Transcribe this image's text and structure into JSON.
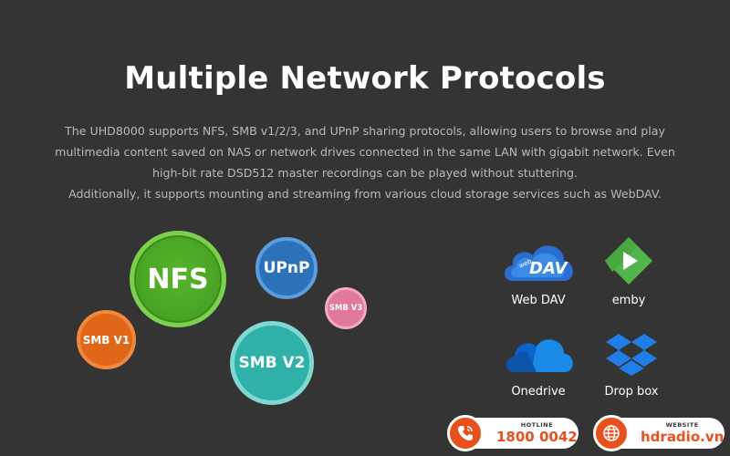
{
  "heading": "Multiple Network Protocols",
  "description": [
    "The UHD8000 supports NFS, SMB v1/2/3, and UPnP sharing protocols, allowing users to browse and play",
    "multimedia content saved on NAS or network drives connected in the same LAN with gigabit network. Even",
    "high-bit rate DSD512 master recordings can be played without stuttering.",
    "Additionally, it supports mounting and streaming from various cloud storage services such as WebDAV."
  ],
  "protocols": {
    "nfs": "NFS",
    "upnp": "UPnP",
    "smb_v3": "SMB V3",
    "smb_v1": "SMB V1",
    "smb_v2": "SMB V2"
  },
  "services": {
    "webdav": {
      "label": "Web DAV",
      "logo_text": "DAV",
      "logo_small": "web"
    },
    "emby": {
      "label": "emby"
    },
    "onedrive": {
      "label": "Onedrive"
    },
    "dropbox": {
      "label": "Drop box"
    }
  },
  "contact": {
    "hotline_caption": "HOTLINE",
    "hotline_number": "1800 0042",
    "website_caption": "WEBSITE",
    "website_url": "hdradio.vn"
  },
  "colors": {
    "background": "#343434",
    "accent": "#e8501e",
    "nfs": "#4ba524",
    "upnp": "#2c72b8",
    "smb_v3": "#e0799a",
    "smb_v1": "#e0661a",
    "smb_v2": "#2fb0a8"
  }
}
